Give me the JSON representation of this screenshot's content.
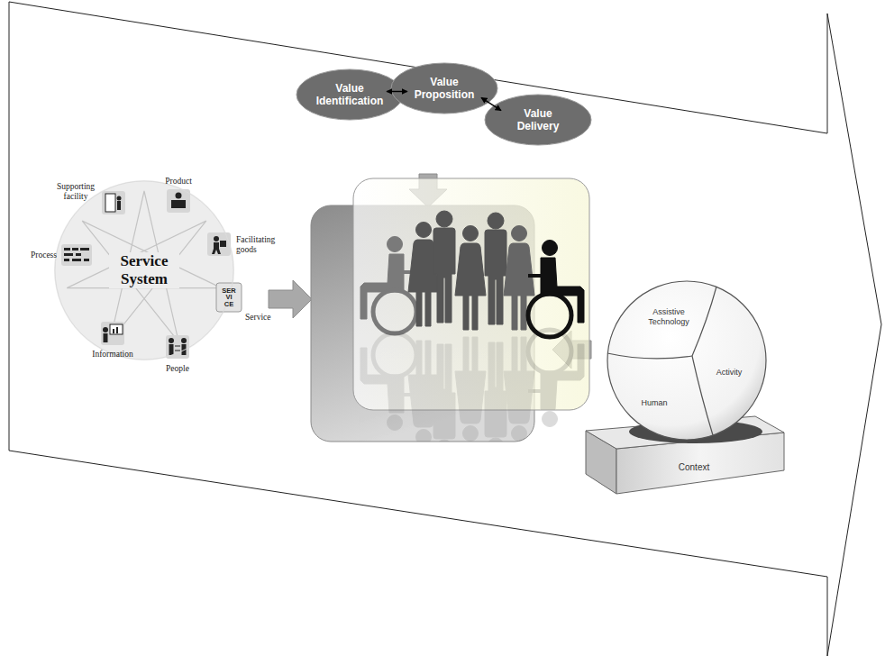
{
  "diagram": {
    "nodes": [
      {
        "text": [
          "Value Identification"
        ]
      },
      {
        "text": [
          "Value Proposition"
        ]
      },
      {
        "text": [
          "Value Delivery"
        ]
      },
      {
        "text": [
          "Service System"
        ]
      },
      {
        "text": [
          "Assistive Technology"
        ]
      },
      {
        "text": [
          "Activity"
        ]
      },
      {
        "text": [
          "Human"
        ]
      },
      {
        "text": [
          "Context"
        ]
      }
    ],
    "edges": [
      {
        "from": 0,
        "to": 1,
        "arrow": "both"
      },
      {
        "from": 1,
        "to": 2,
        "arrow": "both"
      }
    ],
    "labels": [
      "Product",
      "Facilitating goods",
      "Service",
      "People",
      "Information",
      "Process",
      "Supporting facility",
      "SER VI CE"
    ]
  }
}
